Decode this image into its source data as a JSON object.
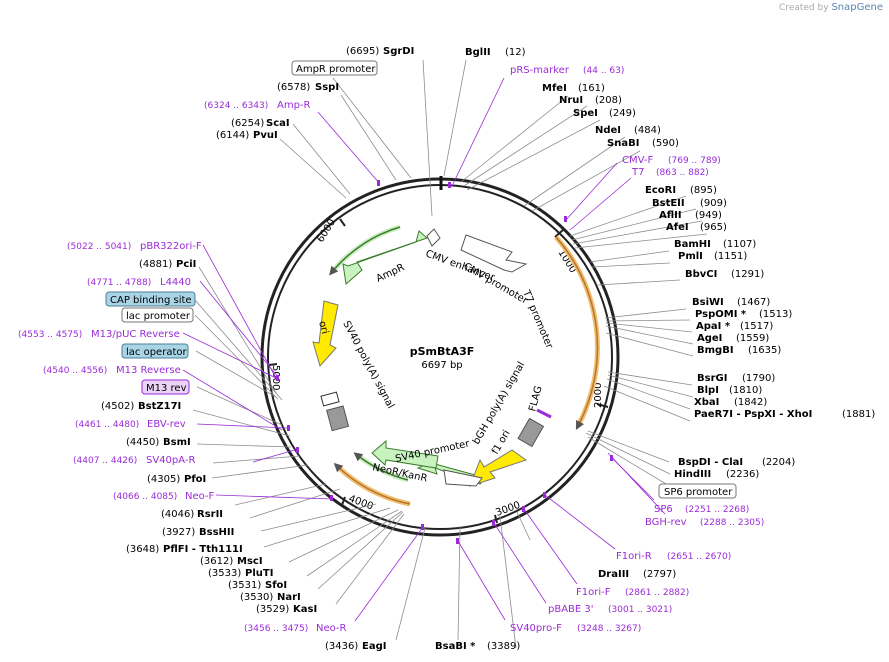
{
  "credit": {
    "created_by": "Created by",
    "brand": "SnapGene"
  },
  "plasmid": {
    "name": "pSmBtA3F",
    "size": "6697 bp"
  },
  "tick_labels": [
    "1000",
    "2000",
    "3000",
    "4000",
    "5000",
    "6000"
  ],
  "features": {
    "cmv_enhancer": "CMV enhancer",
    "cmv_promoter": "CMV promoter",
    "t7_promoter": "T7 promoter",
    "flag": "FLAG",
    "bgh": "bGH poly(A) signal",
    "f1_ori": "f1 ori",
    "sv40_promoter": "SV40 promoter",
    "neor": "NeoR/KanR",
    "sv40_polya": "SV40 poly(A) signal",
    "ori": "ori",
    "ampr": "AmpR"
  },
  "sites": {
    "sgrdi": {
      "name": "SgrDI",
      "pos": "(6695)"
    },
    "bglii": {
      "name": "BglII",
      "pos": "(12)"
    },
    "prs": {
      "name": "pRS-marker",
      "pos": "(44 .. 63)"
    },
    "ampr_prom": {
      "name": "AmpR promoter"
    },
    "sspi": {
      "name": "SspI",
      "pos": "(6578)"
    },
    "ampr_r": {
      "name": "Amp-R",
      "pos": "(6324 .. 6343)"
    },
    "scai": {
      "name": "ScaI",
      "pos": "(6254)"
    },
    "pvui": {
      "name": "PvuI",
      "pos": "(6144)"
    },
    "mfei": {
      "name": "MfeI",
      "pos": "(161)"
    },
    "nrui": {
      "name": "NruI",
      "pos": "(208)"
    },
    "spei": {
      "name": "SpeI",
      "pos": "(249)"
    },
    "ndei": {
      "name": "NdeI",
      "pos": "(484)"
    },
    "snabi": {
      "name": "SnaBI",
      "pos": "(590)"
    },
    "cmvf": {
      "name": "CMV-F",
      "pos": "(769 .. 789)"
    },
    "t7": {
      "name": "T7",
      "pos": "(863 .. 882)"
    },
    "ecori": {
      "name": "EcoRI",
      "pos": "(895)"
    },
    "bsteii": {
      "name": "BstEII",
      "pos": "(909)"
    },
    "aflii": {
      "name": "AflII",
      "pos": "(949)"
    },
    "afei": {
      "name": "AfeI",
      "pos": "(965)"
    },
    "bamhi": {
      "name": "BamHI",
      "pos": "(1107)"
    },
    "pmli": {
      "name": "PmlI",
      "pos": "(1151)"
    },
    "bbvci": {
      "name": "BbvCI",
      "pos": "(1291)"
    },
    "bsiwi": {
      "name": "BsiWI",
      "pos": "(1467)"
    },
    "pspomi": {
      "name": "PspOMI *",
      "pos": "(1513)"
    },
    "apai": {
      "name": "ApaI *",
      "pos": "(1517)"
    },
    "agei": {
      "name": "AgeI",
      "pos": "(1559)"
    },
    "bmgbi": {
      "name": "BmgBI",
      "pos": "(1635)"
    },
    "bsrgi": {
      "name": "BsrGI",
      "pos": "(1790)"
    },
    "blpi": {
      "name": "BlpI",
      "pos": "(1810)"
    },
    "xbai": {
      "name": "XbaI",
      "pos": "(1842)"
    },
    "paer7i": {
      "name": "PaeR7I - PspXI - XhoI",
      "pos": "(1881)"
    },
    "bspdi": {
      "name": "BspDI - ClaI",
      "pos": "(2204)"
    },
    "hindiii": {
      "name": "HindIII",
      "pos": "(2236)"
    },
    "sp6_prom": {
      "name": "SP6 promoter"
    },
    "sp6": {
      "name": "SP6",
      "pos": "(2251 .. 2268)"
    },
    "bghrev": {
      "name": "BGH-rev",
      "pos": "(2288 .. 2305)"
    },
    "f1orir": {
      "name": "F1ori-R",
      "pos": "(2651 .. 2670)"
    },
    "draiii": {
      "name": "DraIII",
      "pos": "(2797)"
    },
    "f1orif": {
      "name": "F1ori-F",
      "pos": "(2861 .. 2882)"
    },
    "pbabe3": {
      "name": "pBABE 3'",
      "pos": "(3001 .. 3021)"
    },
    "sv40pro": {
      "name": "SV40pro-F",
      "pos": "(3248 .. 3267)"
    },
    "bsabi": {
      "name": "BsaBI *",
      "pos": "(3389)"
    },
    "eagi": {
      "name": "EagI",
      "pos": "(3436)"
    },
    "neor_p": {
      "name": "Neo-R",
      "pos": "(3456 .. 3475)"
    },
    "kasi": {
      "name": "KasI",
      "pos": "(3529)"
    },
    "nari": {
      "name": "NarI",
      "pos": "(3530)"
    },
    "sfoi": {
      "name": "SfoI",
      "pos": "(3531)"
    },
    "pluti": {
      "name": "PluTI",
      "pos": "(3533)"
    },
    "msci": {
      "name": "MscI",
      "pos": "(3612)"
    },
    "pflfi": {
      "name": "PflFI - Tth111I",
      "pos": "(3648)"
    },
    "bsshii": {
      "name": "BssHII",
      "pos": "(3927)"
    },
    "rsrii": {
      "name": "RsrII",
      "pos": "(4046)"
    },
    "neof": {
      "name": "Neo-F",
      "pos": "(4066 .. 4085)"
    },
    "pfoi": {
      "name": "PfoI",
      "pos": "(4305)"
    },
    "sv40pa": {
      "name": "SV40pA-R",
      "pos": "(4407 .. 4426)"
    },
    "bsmi": {
      "name": "BsmI",
      "pos": "(4450)"
    },
    "ebvrev": {
      "name": "EBV-rev",
      "pos": "(4461 .. 4480)"
    },
    "bstz17i": {
      "name": "BstZ17I",
      "pos": "(4502)"
    },
    "m13rev": {
      "name": "M13 rev"
    },
    "m13reverse": {
      "name": "M13 Reverse",
      "pos": "(4540 .. 4556)"
    },
    "lac_op": {
      "name": "lac operator"
    },
    "m13puc": {
      "name": "M13/pUC Reverse",
      "pos": "(4553 .. 4575)"
    },
    "lac_prom": {
      "name": "lac promoter"
    },
    "cap": {
      "name": "CAP binding site"
    },
    "l4440": {
      "name": "L4440",
      "pos": "(4771 .. 4788)"
    },
    "pcii": {
      "name": "PciI",
      "pos": "(4881)"
    },
    "pbr322": {
      "name": "pBR322ori-F",
      "pos": "(5022 .. 5041)"
    }
  }
}
